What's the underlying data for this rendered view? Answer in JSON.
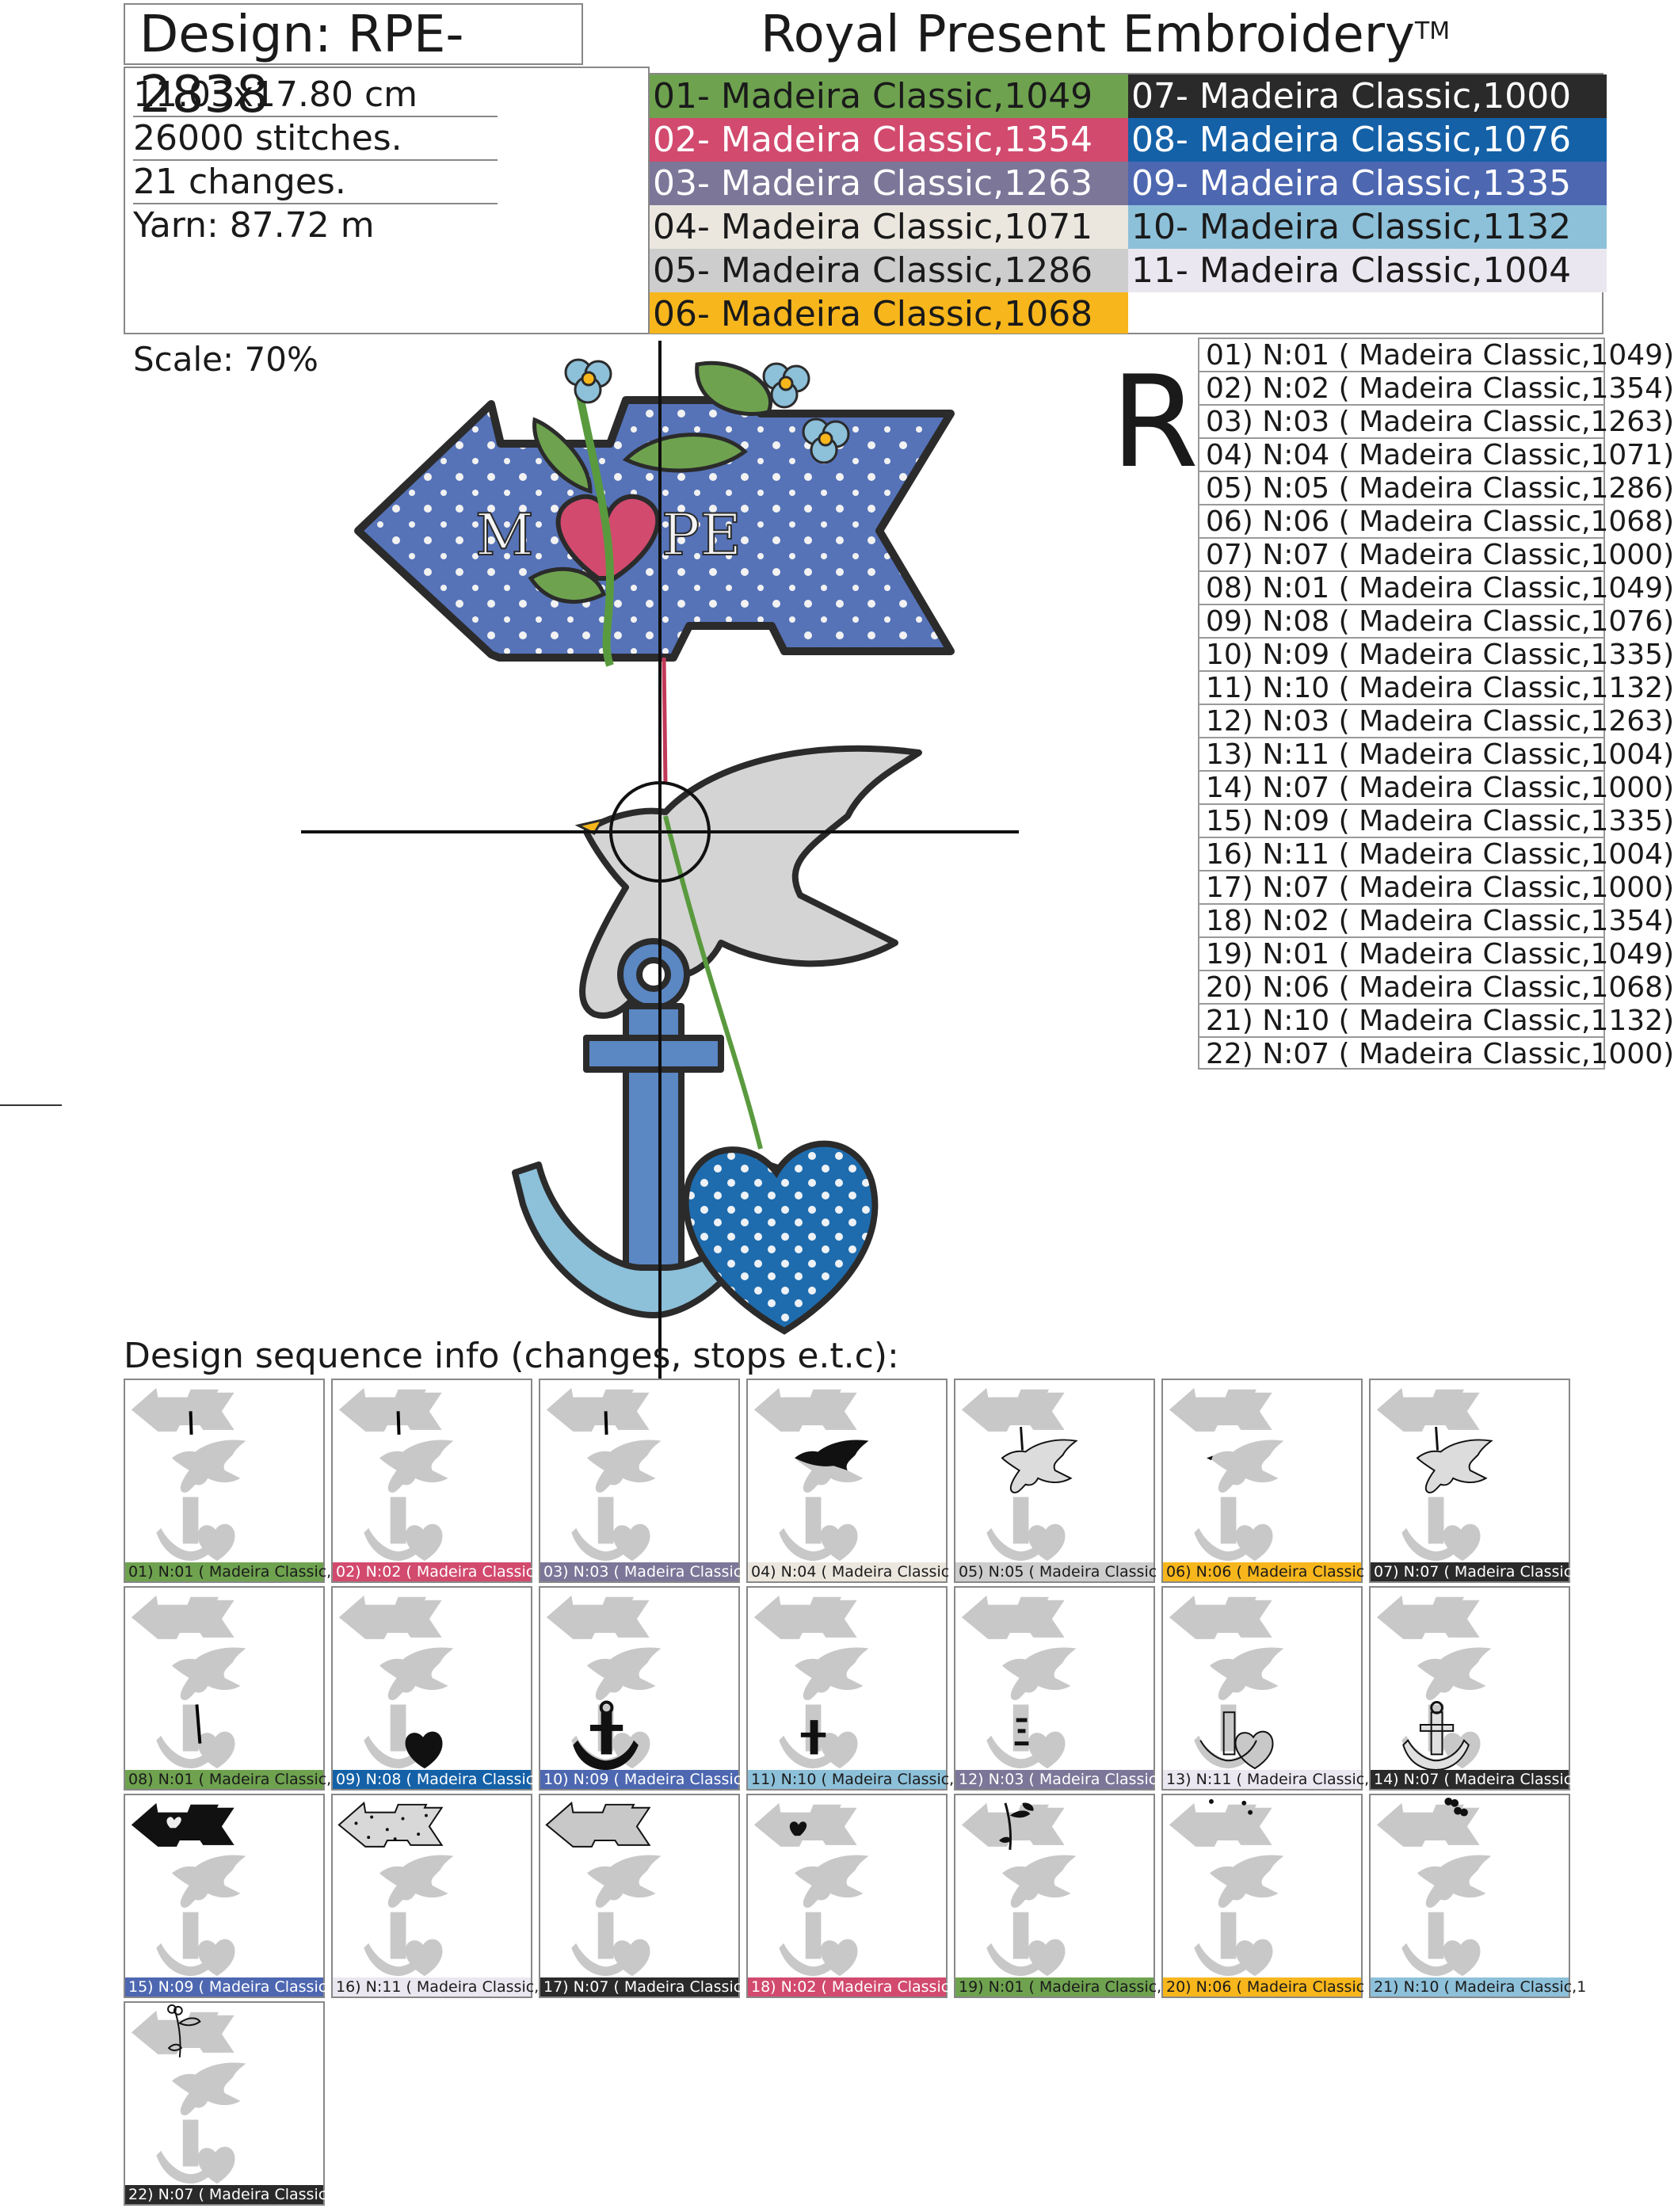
{
  "header": {
    "design": "Design: RPE-2838",
    "brand": "Royal Present Embroidery",
    "trademark": "TM"
  },
  "info": [
    "11.03x17.80 cm",
    "26000 stitches.",
    "21 changes.",
    "Yarn: 87.72 m"
  ],
  "palette": [
    {
      "label": "01- Madeira Classic,1049",
      "color": "#6ea24f",
      "text": "#1a1a1a"
    },
    {
      "label": "02- Madeira Classic,1354",
      "color": "#d24a6e",
      "text": "#ffffff"
    },
    {
      "label": "03- Madeira Classic,1263",
      "color": "#7c7698",
      "text": "#ffffff"
    },
    {
      "label": "04- Madeira Classic,1071",
      "color": "#ebe7df",
      "text": "#1a1a1a"
    },
    {
      "label": "05- Madeira Classic,1286",
      "color": "#cdcdcd",
      "text": "#1a1a1a"
    },
    {
      "label": "06- Madeira Classic,1068",
      "color": "#f7b61c",
      "text": "#1a1a1a"
    },
    {
      "label": "07- Madeira Classic,1000",
      "color": "#2a2a2a",
      "text": "#ffffff"
    },
    {
      "label": "08- Madeira Classic,1076",
      "color": "#1461a8",
      "text": "#ffffff"
    },
    {
      "label": "09- Madeira Classic,1335",
      "color": "#4d67b1",
      "text": "#ffffff"
    },
    {
      "label": "10- Madeira Classic,1132",
      "color": "#8dc0d9",
      "text": "#1a1a1a"
    },
    {
      "label": "11- Madeira Classic,1004",
      "color": "#ebe7f0",
      "text": "#1a1a1a"
    }
  ],
  "scale": "Scale: 70%",
  "rotation_mark": "R",
  "sequence": [
    "01) N:01 ( Madeira Classic,1049)",
    "02) N:02 ( Madeira Classic,1354)",
    "03) N:03 ( Madeira Classic,1263)",
    "04) N:04 ( Madeira Classic,1071)",
    "05) N:05 ( Madeira Classic,1286)",
    "06) N:06 ( Madeira Classic,1068)",
    "07) N:07 ( Madeira Classic,1000)",
    "08) N:01 ( Madeira Classic,1049)",
    "09) N:08 ( Madeira Classic,1076)",
    "10) N:09 ( Madeira Classic,1335)",
    "11) N:10 ( Madeira Classic,1132)",
    "12) N:03 ( Madeira Classic,1263)",
    "13) N:11 ( Madeira Classic,1004)",
    "14) N:07 ( Madeira Classic,1000)",
    "15) N:09 ( Madeira Classic,1335)",
    "16) N:11 ( Madeira Classic,1004)",
    "17) N:07 ( Madeira Classic,1000)",
    "18) N:02 ( Madeira Classic,1354)",
    "19) N:01 ( Madeira Classic,1049)",
    "20) N:06 ( Madeira Classic,1068)",
    "21) N:10 ( Madeira Classic,1132)",
    "22) N:07 ( Madeira Classic,1000)"
  ],
  "sequence_title": "Design sequence info (changes, stops e.t.c):",
  "thumbs": [
    {
      "label": "01) N:01 ( Madeira Classic,1",
      "color": "#6ea24f",
      "text": "#1a1a1a",
      "part": "string-top"
    },
    {
      "label": "02) N:02 ( Madeira Classic",
      "color": "#d24a6e",
      "text": "#ffffff",
      "part": "string-top"
    },
    {
      "label": "03) N:03 ( Madeira Classic",
      "color": "#7c7698",
      "text": "#ffffff",
      "part": "string-top"
    },
    {
      "label": "04) N:04 ( Madeira Classic",
      "color": "#ebe7df",
      "text": "#1a1a1a",
      "part": "bird-solid"
    },
    {
      "label": "05) N:05 ( Madeira Classic",
      "color": "#cdcdcd",
      "text": "#1a1a1a",
      "part": "bird-outline"
    },
    {
      "label": "06) N:06 ( Madeira Classic",
      "color": "#f7b61c",
      "text": "#1a1a1a",
      "part": "beak"
    },
    {
      "label": "07) N:07 ( Madeira Classic",
      "color": "#2a2a2a",
      "text": "#ffffff",
      "part": "bird-outline"
    },
    {
      "label": "08) N:01 ( Madeira Classic,",
      "color": "#6ea24f",
      "text": "#1a1a1a",
      "part": "string-low"
    },
    {
      "label": "09) N:08 ( Madeira Classic",
      "color": "#1461a8",
      "text": "#ffffff",
      "part": "heart-low"
    },
    {
      "label": "10) N:09 ( Madeira Classic,",
      "color": "#4d67b1",
      "text": "#ffffff",
      "part": "anchor"
    },
    {
      "label": "11) N:10 ( Madeira Classic,1",
      "color": "#8dc0d9",
      "text": "#1a1a1a",
      "part": "anchor-light"
    },
    {
      "label": "12) N:03 ( Madeira Classic,",
      "color": "#7c7698",
      "text": "#ffffff",
      "part": "rope"
    },
    {
      "label": "13) N:11 ( Madeira Classic,1(",
      "color": "#ebe7f0",
      "text": "#1a1a1a",
      "part": "anchor-dots"
    },
    {
      "label": "14) N:07 ( Madeira Classic,",
      "color": "#2a2a2a",
      "text": "#ffffff",
      "part": "anchor-outline"
    },
    {
      "label": "15) N:09 ( Madeira Classic,",
      "color": "#4d67b1",
      "text": "#ffffff",
      "part": "arrow-solid"
    },
    {
      "label": "16) N:11 ( Madeira Classic,1(",
      "color": "#ebe7f0",
      "text": "#1a1a1a",
      "part": "arrow-dots"
    },
    {
      "label": "17) N:07 ( Madeira Classic,",
      "color": "#2a2a2a",
      "text": "#ffffff",
      "part": "arrow-outline"
    },
    {
      "label": "18) N:02 ( Madeira Classic,",
      "color": "#d24a6e",
      "text": "#ffffff",
      "part": "heart-top"
    },
    {
      "label": "19) N:01 ( Madeira Classic,",
      "color": "#6ea24f",
      "text": "#1a1a1a",
      "part": "leaves"
    },
    {
      "label": "20) N:06 ( Madeira Classic",
      "color": "#f7b61c",
      "text": "#1a1a1a",
      "part": "flower-centers"
    },
    {
      "label": "21) N:10 ( Madeira Classic,1",
      "color": "#8dc0d9",
      "text": "#1a1a1a",
      "part": "flowers"
    },
    {
      "label": "22) N:07 ( Madeira Classic,",
      "color": "#2a2a2a",
      "text": "#ffffff",
      "part": "flower-outline"
    }
  ]
}
